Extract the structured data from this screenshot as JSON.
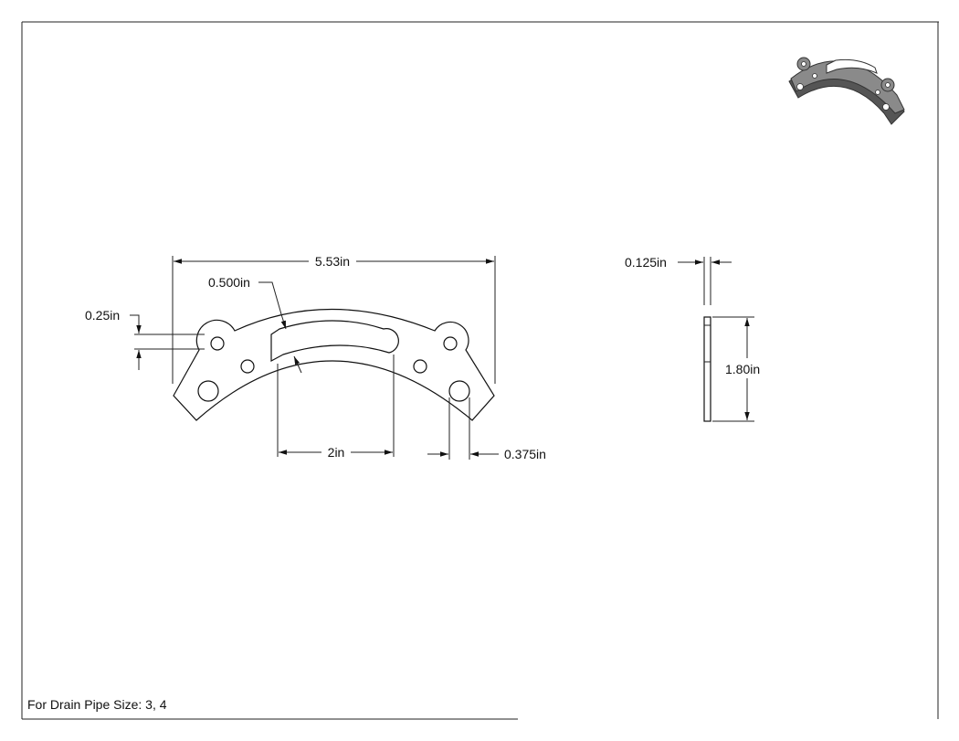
{
  "drawing": {
    "note": "For Drain Pipe Size: 3, 4",
    "dimensions": {
      "overall_width": "5.53in",
      "slot_width": "0.500in",
      "edge_offset": "0.25in",
      "slot_length": "2in",
      "hole_diameter": "0.375in",
      "thickness": "0.125in",
      "height": "1.80in"
    }
  }
}
